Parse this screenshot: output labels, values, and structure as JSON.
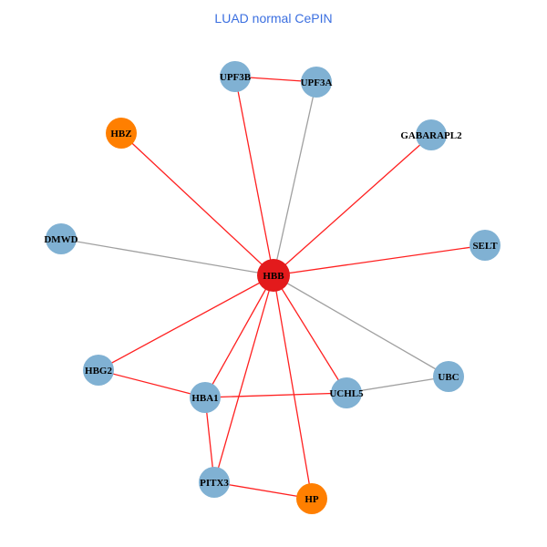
{
  "title": "LUAD normal CePIN",
  "colors": {
    "hub": "#e31a1c",
    "normal": "#80b1d3",
    "highlight": "#ff7f00",
    "edge_red": "#ff2020",
    "edge_gray": "#a0a0a0"
  },
  "nodes": [
    {
      "id": "UPF3B",
      "type": "normal"
    },
    {
      "id": "UPF3A",
      "type": "normal"
    },
    {
      "id": "HBZ",
      "type": "highlight"
    },
    {
      "id": "GABARAPL2",
      "type": "normal"
    },
    {
      "id": "DMWD",
      "type": "normal"
    },
    {
      "id": "SELT",
      "type": "normal"
    },
    {
      "id": "HBB",
      "type": "hub"
    },
    {
      "id": "HBG2",
      "type": "normal"
    },
    {
      "id": "UBC",
      "type": "normal"
    },
    {
      "id": "HBA1",
      "type": "normal"
    },
    {
      "id": "UCHL5",
      "type": "normal"
    },
    {
      "id": "PITX3",
      "type": "normal"
    },
    {
      "id": "HP",
      "type": "highlight"
    }
  ],
  "edges": [
    {
      "from": "HBB",
      "to": "UPF3B",
      "type": "red"
    },
    {
      "from": "HBB",
      "to": "UPF3A",
      "type": "gray"
    },
    {
      "from": "HBB",
      "to": "HBZ",
      "type": "red"
    },
    {
      "from": "HBB",
      "to": "GABARAPL2",
      "type": "red"
    },
    {
      "from": "HBB",
      "to": "DMWD",
      "type": "gray"
    },
    {
      "from": "HBB",
      "to": "SELT",
      "type": "red"
    },
    {
      "from": "HBB",
      "to": "HBG2",
      "type": "red"
    },
    {
      "from": "HBB",
      "to": "UBC",
      "type": "gray"
    },
    {
      "from": "HBB",
      "to": "HBA1",
      "type": "red"
    },
    {
      "from": "HBB",
      "to": "UCHL5",
      "type": "red"
    },
    {
      "from": "HBB",
      "to": "PITX3",
      "type": "red"
    },
    {
      "from": "HBB",
      "to": "HP",
      "type": "red"
    },
    {
      "from": "UPF3B",
      "to": "UPF3A",
      "type": "red"
    },
    {
      "from": "HBG2",
      "to": "HBA1",
      "type": "red"
    },
    {
      "from": "HBA1",
      "to": "UCHL5",
      "type": "red"
    },
    {
      "from": "UCHL5",
      "to": "UBC",
      "type": "gray"
    },
    {
      "from": "HBA1",
      "to": "PITX3",
      "type": "red"
    },
    {
      "from": "PITX3",
      "to": "HP",
      "type": "red"
    }
  ]
}
